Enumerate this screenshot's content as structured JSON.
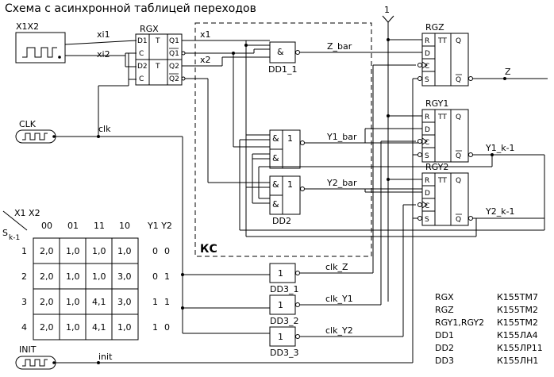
{
  "title": "Схема с  асинхронной таблицей переходов",
  "generators": {
    "x1x2": "X1X2",
    "clk": "CLK",
    "init": "INIT"
  },
  "signals": {
    "xi1": "xi1",
    "xi2": "xi2",
    "x1": "x1",
    "x2": "x2",
    "clk": "clk",
    "init": "init",
    "z_bar": "Z_bar",
    "y1_bar": "Y1_bar",
    "y2_bar": "Y2_bar",
    "z": "Z",
    "y1_k1": "Y1_k-1",
    "y2_k1": "Y2_k-1",
    "clk_z": "clk_Z",
    "clk_y1": "clk_Y1",
    "clk_y2": "clk_Y2",
    "one": "1",
    "ks": "КС"
  },
  "blocks": {
    "rgx": {
      "name": "RGX",
      "d1": "D1",
      "c": "C",
      "d2": "D2",
      "t": "T",
      "q1": "Q1",
      "q2": "Q2"
    },
    "rgz": {
      "name": "RGZ",
      "r": "R",
      "d": "D",
      "c": "C",
      "s": "S",
      "tt": "TT",
      "q": "Q",
      "qbar": "Q"
    },
    "rgy1": {
      "name": "RGY1",
      "r": "R",
      "d": "D",
      "c": "C",
      "s": "S",
      "tt": "TT",
      "q": "Q",
      "qbar": "Q"
    },
    "rgy2": {
      "name": "RGY2",
      "r": "R",
      "d": "D",
      "c": "C",
      "s": "S",
      "tt": "TT",
      "q": "Q",
      "qbar": "Q"
    },
    "dd1": {
      "name": "DD1_1",
      "sym": "&"
    },
    "dd2": {
      "name": "DD2",
      "and": "&",
      "or": "1"
    },
    "dd3_1": {
      "name": "DD3_1",
      "sym": "1"
    },
    "dd3_2": {
      "name": "DD3_2",
      "sym": "1"
    },
    "dd3_3": {
      "name": "DD3_3",
      "sym": "1"
    }
  },
  "table": {
    "corner_top": "X1 X2",
    "corner_s": "S",
    "corner_k": "k-1",
    "columns": [
      "00",
      "01",
      "11",
      "10"
    ],
    "out_header": "Y1 Y2",
    "rows": [
      {
        "state": "1",
        "cells": [
          "2,0",
          "1,0",
          "1,0",
          "1,0"
        ],
        "y1": "0",
        "y2": "0"
      },
      {
        "state": "2",
        "cells": [
          "2,0",
          "1,0",
          "1,0",
          "3,0"
        ],
        "y1": "0",
        "y2": "1"
      },
      {
        "state": "3",
        "cells": [
          "2,0",
          "1,0",
          "4,1",
          "3,0"
        ],
        "y1": "1",
        "y2": "1"
      },
      {
        "state": "4",
        "cells": [
          "2,0",
          "1,0",
          "4,1",
          "1,0"
        ],
        "y1": "1",
        "y2": "0"
      }
    ]
  },
  "legend": [
    {
      "name": "RGX",
      "part": "К155ТМ7"
    },
    {
      "name": "RGZ",
      "part": "К155ТМ2"
    },
    {
      "name": "RGY1,RGY2",
      "part": "К155ТМ2"
    },
    {
      "name": "DD1",
      "part": "К155ЛА4"
    },
    {
      "name": "DD2",
      "part": "К155ЛР11"
    },
    {
      "name": "DD3",
      "part": "К155ЛН1"
    }
  ]
}
